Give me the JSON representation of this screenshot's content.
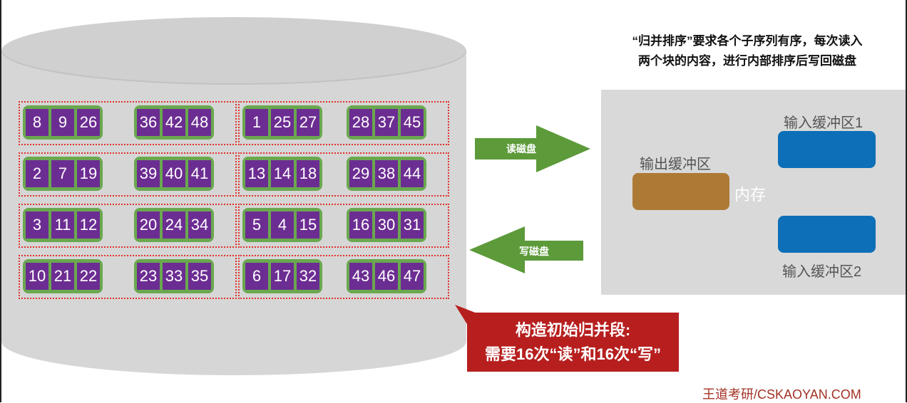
{
  "disk": {
    "rows": [
      [
        [
          "8",
          "9",
          "26"
        ],
        [
          "36",
          "42",
          "48"
        ],
        [
          "1",
          "25",
          "27"
        ],
        [
          "28",
          "37",
          "45"
        ]
      ],
      [
        [
          "2",
          "7",
          "19"
        ],
        [
          "39",
          "40",
          "41"
        ],
        [
          "13",
          "14",
          "18"
        ],
        [
          "29",
          "38",
          "44"
        ]
      ],
      [
        [
          "3",
          "11",
          "12"
        ],
        [
          "20",
          "24",
          "34"
        ],
        [
          "5",
          "4",
          "15"
        ],
        [
          "16",
          "30",
          "31"
        ]
      ],
      [
        [
          "10",
          "21",
          "22"
        ],
        [
          "23",
          "33",
          "35"
        ],
        [
          "6",
          "17",
          "32"
        ],
        [
          "43",
          "46",
          "47"
        ]
      ]
    ]
  },
  "note": {
    "line1": "“归并排序”要求各个子序列有序，每次读入",
    "line2": "两个块的内容，进行内部排序后写回磁盘"
  },
  "arrows": {
    "read": "读磁盘",
    "write": "写磁盘"
  },
  "memory": {
    "label": "内存",
    "output_buffer": "输出缓冲区",
    "input_buffer_1": "输入缓冲区1",
    "input_buffer_2": "输入缓冲区2"
  },
  "callout": {
    "line1": "构造初始归并段:",
    "line2": "需要16次“读”和16次“写”"
  },
  "brand": "王道考研/CSKAOYAN.COM",
  "colors": {
    "disk": "#d6d6d6",
    "cell": "#6c2d92",
    "block": "#6aa84f",
    "segment_border": "#e0312b",
    "arrow": "#5c9a3a",
    "output_buffer": "#ad7a36",
    "input_buffer": "#0d6fb8",
    "callout": "#b71f1f"
  }
}
